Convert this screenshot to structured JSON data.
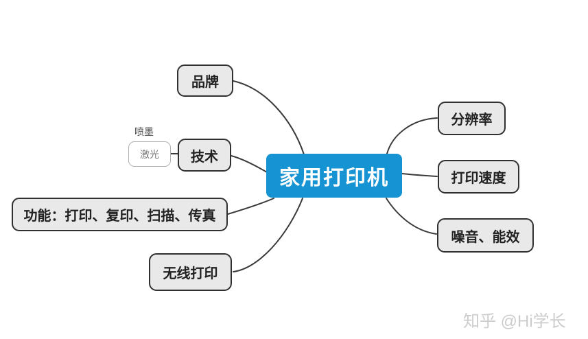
{
  "central": {
    "label": "家用打印机"
  },
  "branches": {
    "brand": {
      "label": "品牌"
    },
    "tech": {
      "label": "技术"
    },
    "inkjet": {
      "label": "喷墨"
    },
    "laser": {
      "label": "激光"
    },
    "features": {
      "label": "功能：打印、复印、扫描、传真"
    },
    "wireless": {
      "label": "无线打印"
    },
    "resolution": {
      "label": "分辨率"
    },
    "speed": {
      "label": "打印速度"
    },
    "noise": {
      "label": "噪音、能效"
    }
  },
  "watermark": {
    "text": "知乎 @Hi学长"
  },
  "colors": {
    "central_bg": "#1593d2",
    "central_text": "#ffffff",
    "node_bg": "#e9e9e9",
    "node_border": "#303030",
    "node_text": "#222222",
    "subnode_border": "#b0b0b0",
    "subnode_text": "#787878",
    "sublabel_text": "#4a4a4a",
    "connector": "#3a3a3a",
    "watermark": "#cccccc",
    "canvas_bg": "#ffffff"
  }
}
